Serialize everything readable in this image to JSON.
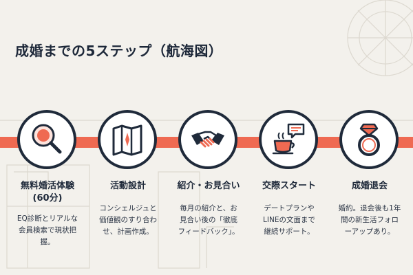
{
  "title": "成婚までの5ステップ（航海図）",
  "colors": {
    "accent": "#ef6a52",
    "navy": "#1f2a3a",
    "background": "#f3f1ec"
  },
  "steps": [
    {
      "icon": "magnifier-icon",
      "title_line1": "無料婚活体験",
      "title_line2": "(60分)",
      "desc_line1": "EQ診断とリアルな",
      "desc_line2": "会員検索で現状把",
      "desc_line3": "握。"
    },
    {
      "icon": "map-compass-icon",
      "title_line1": "活動設計",
      "desc_line1": "コンシェルジュと",
      "desc_line2": "価値観のすり合わ",
      "desc_line3": "せ、計画作成。"
    },
    {
      "icon": "handshake-icon",
      "title_line1": "紹介・お見合い",
      "desc_line1": "毎月の紹介と、お",
      "desc_line2": "見合い後の「徹底",
      "desc_line3": "フィードバック」。"
    },
    {
      "icon": "coffee-chat-icon",
      "title_line1": "交際スタート",
      "desc_line1": "デートプランや",
      "desc_line2": "LINEの文面まで",
      "desc_line3": "継続サポート。"
    },
    {
      "icon": "ring-icon",
      "title_line1": "成婚退会",
      "desc_line1": "婚約。退会後も1年",
      "desc_line2": "間の新生活フォロ",
      "desc_line3": "ーアップあり。"
    }
  ]
}
